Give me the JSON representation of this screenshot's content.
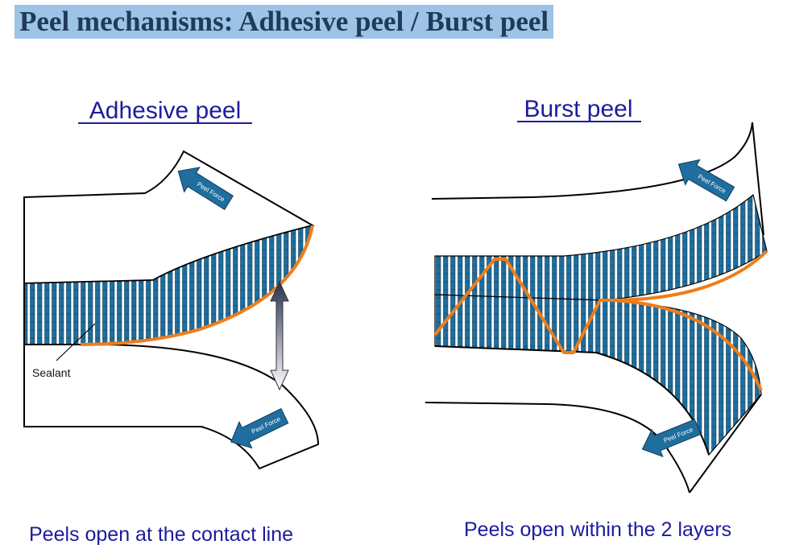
{
  "title": "Peel mechanisms: Adhesive peel / Burst peel",
  "left_panel": {
    "heading": "Adhesive peel",
    "sealant_label": "Sealant",
    "arrow_top_label": "Peel Force",
    "arrow_bottom_label": "Peel Force",
    "caption": "Peels open at the contact line"
  },
  "right_panel": {
    "heading": "Burst peel",
    "arrow_top_label": "Peel Force",
    "arrow_bottom_label": "Peel Force",
    "caption": "Peels open within the 2 layers"
  },
  "colors": {
    "title_bg": "#9dc3e6",
    "stripe_fill": "#1f6e9e",
    "peel_line": "#f07d1a",
    "arrow_fill": "#1f6e9e",
    "text_blue": "#1c1c9c"
  }
}
